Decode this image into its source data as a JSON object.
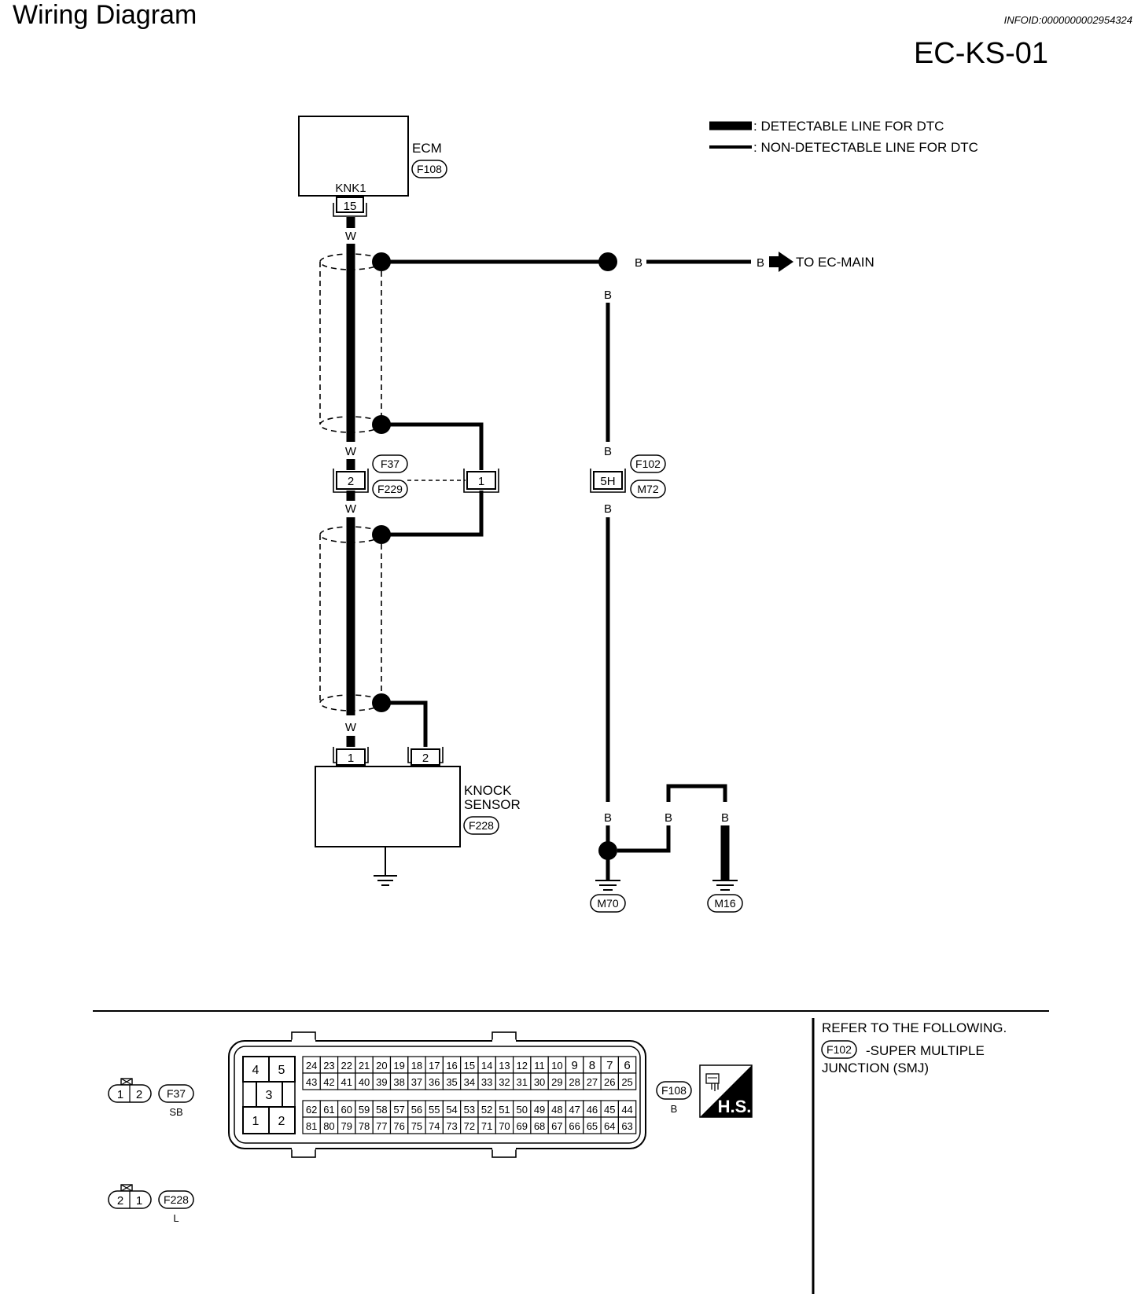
{
  "header": {
    "title": "Wiring Diagram",
    "info_id": "INFOID:0000000002954324",
    "diagram_code": "EC-KS-01"
  },
  "legend": {
    "detectable": ": DETECTABLE LINE FOR DTC",
    "non_detectable": ": NON-DETECTABLE LINE FOR DTC"
  },
  "ecm": {
    "label": "ECM",
    "connector": "F108",
    "terminal_name": "KNK1",
    "pin": "15"
  },
  "wire_colors": {
    "w": "W",
    "b": "B"
  },
  "to_ec_main": "TO EC-MAIN",
  "shield_connector": {
    "top": "F37",
    "bottom": "F229",
    "pin_main": "2",
    "pin_shield": "1"
  },
  "smj": {
    "top": "F102",
    "bottom": "M72",
    "pin": "5H"
  },
  "knock_sensor": {
    "label_1": "KNOCK",
    "label_2": "SENSOR",
    "connector": "F228",
    "pin1": "1",
    "pin2": "2"
  },
  "grounds": {
    "g1": "M70",
    "g2": "M16"
  },
  "connector_views": {
    "f37": {
      "id": "F37",
      "color": "SB",
      "pins": [
        "1",
        "2"
      ]
    },
    "f228": {
      "id": "F228",
      "color": "L",
      "pins": [
        "2",
        "1"
      ]
    },
    "f108": {
      "id": "F108",
      "color": "B",
      "left_block": [
        "4",
        "5",
        "3",
        "1",
        "2"
      ],
      "row1": [
        "24",
        "23",
        "22",
        "21",
        "20",
        "19",
        "18",
        "17",
        "16",
        "15",
        "14",
        "13",
        "12",
        "11",
        "10",
        "9",
        "8",
        "7",
        "6"
      ],
      "row2": [
        "43",
        "42",
        "41",
        "40",
        "39",
        "38",
        "37",
        "36",
        "35",
        "34",
        "33",
        "32",
        "31",
        "30",
        "29",
        "28",
        "27",
        "26",
        "25"
      ],
      "row3": [
        "62",
        "61",
        "60",
        "59",
        "58",
        "57",
        "56",
        "55",
        "54",
        "53",
        "52",
        "51",
        "50",
        "49",
        "48",
        "47",
        "46",
        "45",
        "44"
      ],
      "row4": [
        "81",
        "80",
        "79",
        "78",
        "77",
        "76",
        "75",
        "74",
        "73",
        "72",
        "71",
        "70",
        "69",
        "68",
        "67",
        "66",
        "65",
        "64",
        "63"
      ]
    },
    "hs_badge": "H.S."
  },
  "refer": {
    "line1": "REFER TO THE FOLLOWING.",
    "connector": "F102",
    "line2": "-SUPER MULTIPLE",
    "line3": "JUNCTION (SMJ)"
  }
}
